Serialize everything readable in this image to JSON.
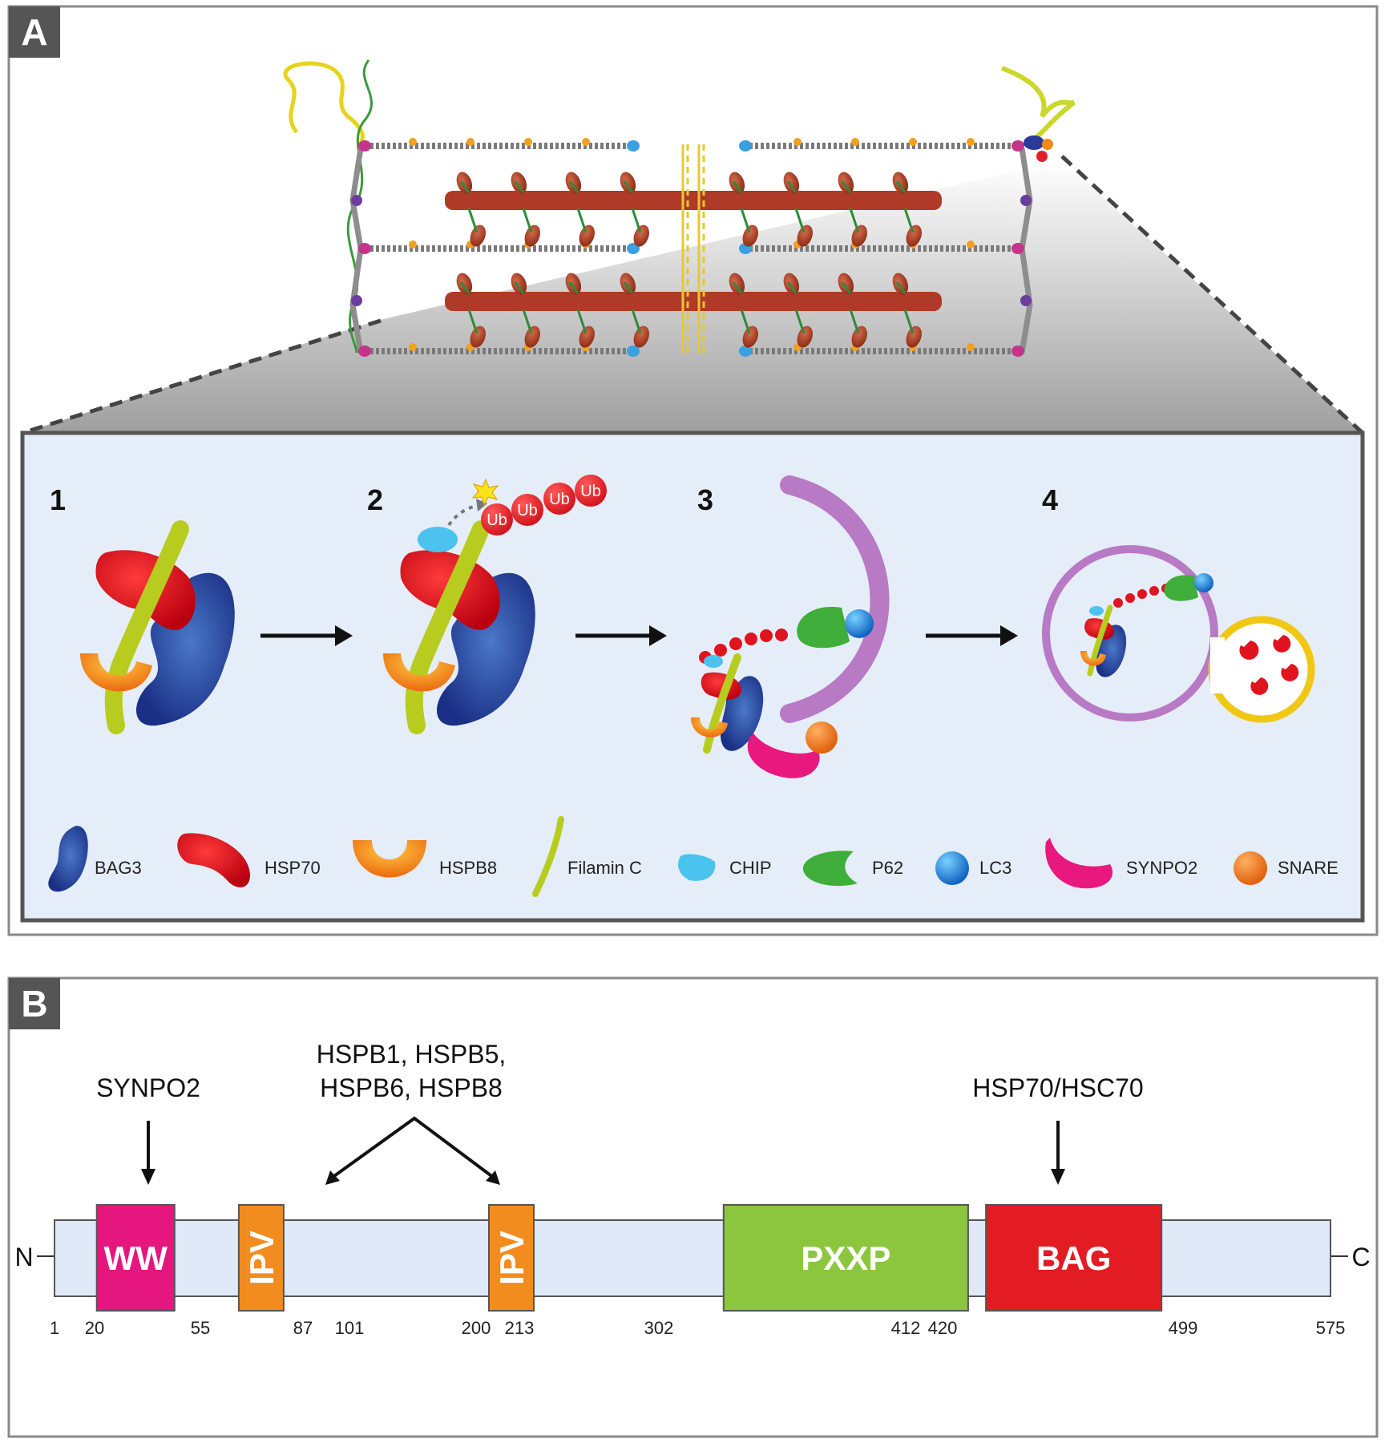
{
  "panel_a": {
    "badge": "A",
    "steps": [
      "1",
      "2",
      "3",
      "4"
    ],
    "ub_labels": [
      "Ub",
      "Ub",
      "Ub",
      "Ub"
    ],
    "legend": [
      {
        "label": "BAG3",
        "icon": "bag3-icon",
        "color": "#1f3f9a"
      },
      {
        "label": "HSP70",
        "icon": "hsp70-icon",
        "color": "#e0141e"
      },
      {
        "label": "HSPB8",
        "icon": "hspb8-icon",
        "color": "#f28a1a"
      },
      {
        "label": "Filamin C",
        "icon": "filamin-c-icon",
        "color": "#b9cf22"
      },
      {
        "label": "CHIP",
        "icon": "chip-icon",
        "color": "#4cc3ee"
      },
      {
        "label": "P62",
        "icon": "p62-icon",
        "color": "#3fae3a"
      },
      {
        "label": "LC3",
        "icon": "lc3-icon",
        "color": "#1e7fd6"
      },
      {
        "label": "SYNPO2",
        "icon": "synpo2-icon",
        "color": "#e8187f"
      },
      {
        "label": "SNARE",
        "icon": "snare-icon",
        "color": "#f07a1e"
      }
    ]
  },
  "panel_b": {
    "badge": "B",
    "n_terminus": "N",
    "c_terminus": "C",
    "binder_synpo2": "SYNPO2",
    "binder_hspb_line1": "HSPB1, HSPB5,",
    "binder_hspb_line2": "HSPB6, HSPB8",
    "binder_hsp70": "HSP70/HSC70",
    "protein_length": 575,
    "domains": [
      {
        "name": "WW",
        "start": 20,
        "end": 55,
        "color": "#e5177e"
      },
      {
        "name": "IPV",
        "start": 87,
        "end": 101,
        "color": "#f28c1e"
      },
      {
        "name": "IPV",
        "start": 200,
        "end": 213,
        "color": "#f28c1e"
      },
      {
        "name": "PXXP",
        "start": 302,
        "end": 412,
        "color": "#8cc63f"
      },
      {
        "name": "BAG",
        "start": 420,
        "end": 499,
        "color": "#e31b23"
      }
    ],
    "positions": [
      "1",
      "20",
      "55",
      "87",
      "101",
      "200",
      "213",
      "302",
      "412",
      "420",
      "499",
      "575"
    ]
  }
}
